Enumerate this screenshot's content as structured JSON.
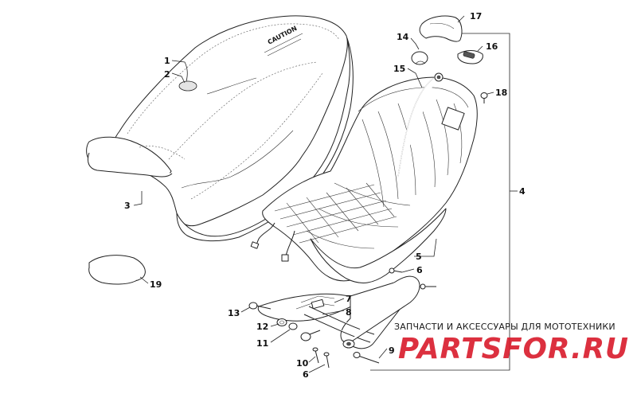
{
  "seal_label": "CAUTION",
  "watermark": {
    "caption": "ЗАПЧАСТИ И АКСЕССУАРЫ ДЛЯ МОТОТЕХНИКИ",
    "logo_text": "PARTSFOR.RU",
    "logo_color": "#d8192a"
  },
  "callouts": [
    {
      "id": "1",
      "label": "1"
    },
    {
      "id": "2",
      "label": "2"
    },
    {
      "id": "3",
      "label": "3"
    },
    {
      "id": "4",
      "label": "4"
    },
    {
      "id": "5",
      "label": "5"
    },
    {
      "id": "6a",
      "label": "6"
    },
    {
      "id": "6b",
      "label": "6"
    },
    {
      "id": "7",
      "label": "7"
    },
    {
      "id": "8",
      "label": "8"
    },
    {
      "id": "9",
      "label": "9"
    },
    {
      "id": "10",
      "label": "10"
    },
    {
      "id": "11",
      "label": "11"
    },
    {
      "id": "12",
      "label": "12"
    },
    {
      "id": "13",
      "label": "13"
    },
    {
      "id": "14",
      "label": "14"
    },
    {
      "id": "15",
      "label": "15"
    },
    {
      "id": "16",
      "label": "16"
    },
    {
      "id": "17",
      "label": "17"
    },
    {
      "id": "18",
      "label": "18"
    },
    {
      "id": "19",
      "label": "19"
    }
  ]
}
